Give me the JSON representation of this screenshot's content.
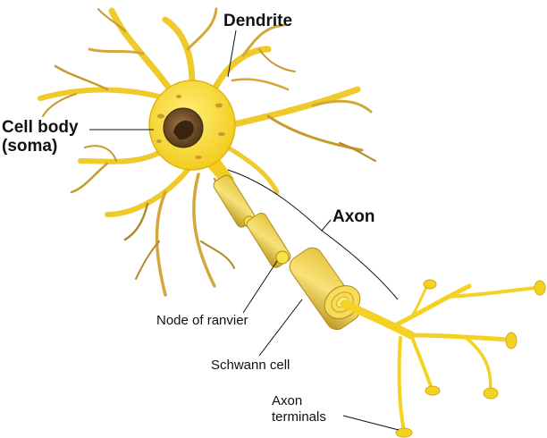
{
  "labels": {
    "dendrite": "Dendrite",
    "cell_body_line1": "Cell body",
    "cell_body_line2": "(soma)",
    "axon": "Axon",
    "node_of_ranvier": "Node of  ranvier",
    "schwann_cell": "Schwann cell",
    "axon_terminals_line1": "Axon",
    "axon_terminals_line2": "terminals"
  },
  "colors": {
    "neuron_yellow": "#f5d53a",
    "neuron_light": "#fbe97a",
    "dendrite_brown": "#b08a2a",
    "nucleus_dark": "#5a3f1f",
    "leader_line": "#111111"
  }
}
